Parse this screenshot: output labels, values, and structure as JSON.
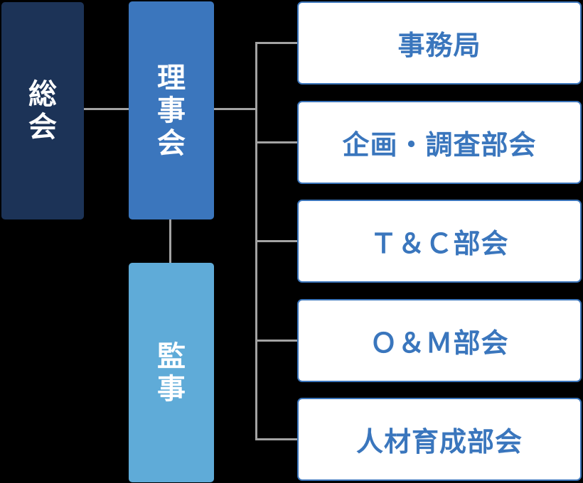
{
  "diagram": {
    "type": "org-chart",
    "background_color": "#000000",
    "connector_color": "#a3a3a3",
    "nodes": {
      "general_assembly": {
        "label": "総会",
        "fill_color": "#1c3357",
        "text_color": "#ffffff",
        "text_orientation": "vertical"
      },
      "board_of_directors": {
        "label": "理事会",
        "fill_color": "#3b76bd",
        "text_color": "#ffffff",
        "text_orientation": "vertical"
      },
      "auditor": {
        "label": "監事",
        "fill_color": "#5fabd8",
        "text_color": "#ffffff",
        "text_orientation": "vertical"
      }
    },
    "branch_style": {
      "background_color": "#ffffff",
      "border_color": "#3a74ba",
      "text_color": "#3a76bd"
    },
    "branches": [
      {
        "label": "事務局"
      },
      {
        "label": "企画・調査部会"
      },
      {
        "label": "Ｔ＆Ｃ部会"
      },
      {
        "label": "Ｏ＆Ｍ部会"
      },
      {
        "label": "人材育成部会"
      }
    ],
    "relations": [
      "general_assembly — board_of_directors",
      "board_of_directors — auditor",
      "board_of_directors — all branches"
    ]
  }
}
